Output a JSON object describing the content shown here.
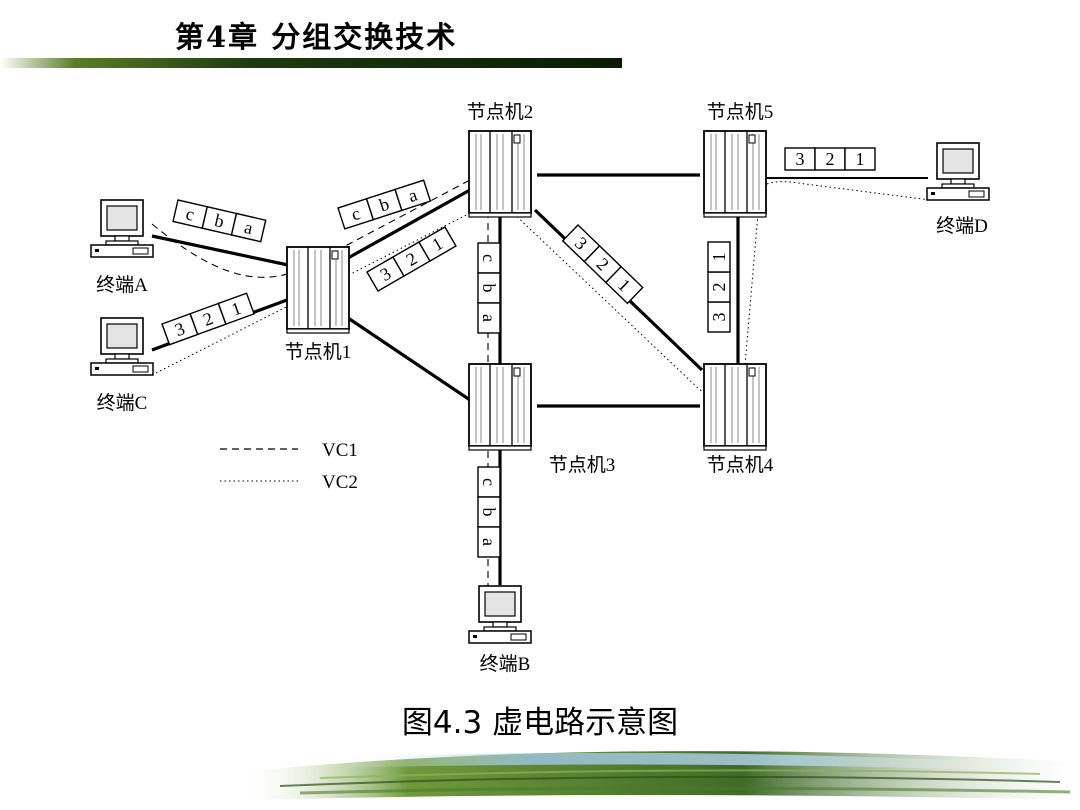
{
  "header": {
    "chapter_title": "第4章  分组交换技术"
  },
  "nodes": [
    {
      "id": "node1",
      "label": "节点机1"
    },
    {
      "id": "node2",
      "label": "节点机2"
    },
    {
      "id": "node3",
      "label": "节点机3"
    },
    {
      "id": "node4",
      "label": "节点机4"
    },
    {
      "id": "node5",
      "label": "节点机5"
    }
  ],
  "terminals": [
    {
      "id": "A",
      "label": "终端A"
    },
    {
      "id": "B",
      "label": "终端B"
    },
    {
      "id": "C",
      "label": "终端C"
    },
    {
      "id": "D",
      "label": "终端D"
    }
  ],
  "packets": {
    "vc1": [
      "c",
      "b",
      "a"
    ],
    "vc2": [
      "3",
      "2",
      "1"
    ]
  },
  "legend": [
    {
      "line": "dashed",
      "label": "VC1"
    },
    {
      "line": "dotted",
      "label": "VC2"
    }
  ],
  "caption": "图4.3  虚电路示意图"
}
